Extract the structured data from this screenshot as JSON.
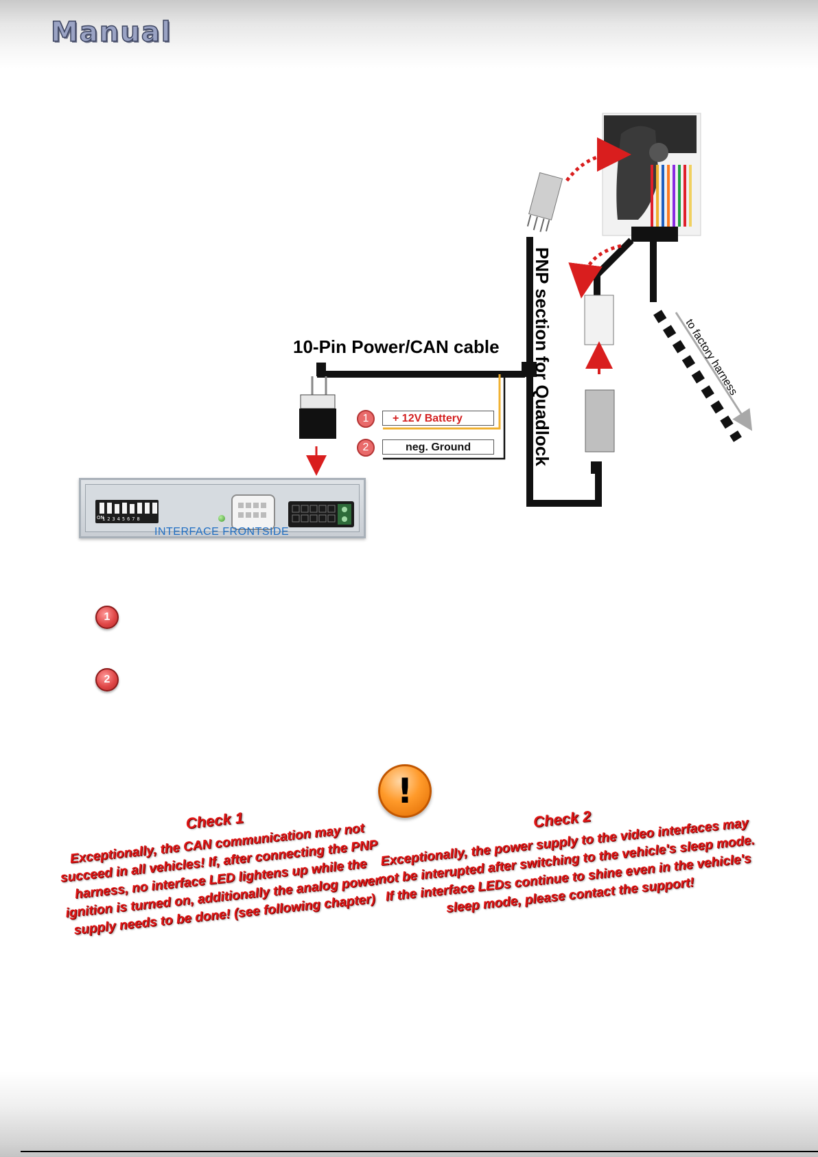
{
  "header": {
    "title": "Manual"
  },
  "diagram": {
    "cable_label": "10-Pin Power/CAN cable",
    "pnp_label": "PNP section for Quadlock",
    "factory_label": "to factory harness",
    "interface_label": "INTERFACE   FRONTSIDE",
    "dip_numbers": "12345678",
    "dip_on": "ON",
    "tags": [
      {
        "number": "1",
        "text": "+ 12V Battery",
        "color": "#d32020"
      },
      {
        "number": "2",
        "text": "neg. Ground",
        "color": "#111111"
      }
    ]
  },
  "legend": [
    {
      "number": "1"
    },
    {
      "number": "2"
    }
  ],
  "warning": {
    "icon": "exclamation-warning-icon",
    "check1": {
      "title": "Check 1",
      "text": "Exceptionally, the CAN communication may not succeed in all vehicles! If, after connecting the PNP harness, no interface LED lightens up while the ignition is turned on, additionally the analog power supply needs to be done! (see following chapter)"
    },
    "check2": {
      "title": "Check 2",
      "text": "Exceptionally, the power supply to the video interfaces may not be interupted after switching to the vehicle's sleep mode. If the interface LEDs continue to shine even in the vehicle's sleep mode, please contact the support!"
    }
  },
  "colors": {
    "accent_red": "#e01616",
    "interface_blue": "#1f6ec3",
    "battery_wire": "#f0b030"
  }
}
